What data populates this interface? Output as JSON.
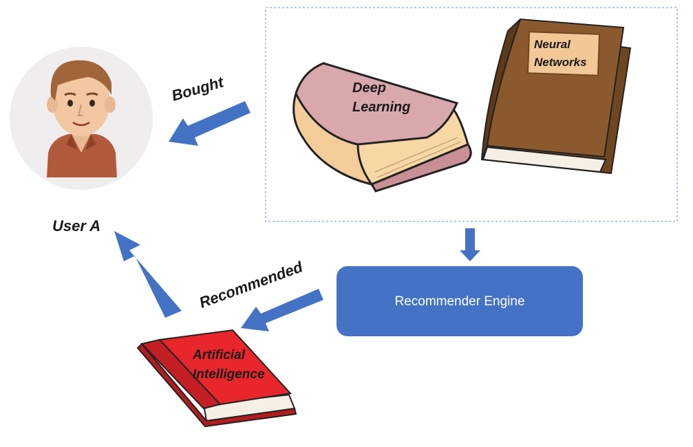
{
  "user": {
    "label": "User A",
    "avatar_icon": "user-avatar-icon"
  },
  "arrows": {
    "bought_label": "Bought",
    "recommended_label": "Recommended"
  },
  "purchased_books": [
    {
      "title_line1": "Deep",
      "title_line2": "Learning",
      "cover_color": "#d9a8ad"
    },
    {
      "title_line1": "Neural",
      "title_line2": "Networks",
      "cover_color": "#8a5a2e"
    }
  ],
  "engine": {
    "label": "Recommender Engine",
    "color": "#4472c4"
  },
  "recommended_book": {
    "title_line1": "Artificial",
    "title_line2": "Intelligence",
    "cover_color": "#e8262b"
  },
  "colors": {
    "arrow": "#4472c4",
    "dashed_border": "#5b8fd6"
  }
}
